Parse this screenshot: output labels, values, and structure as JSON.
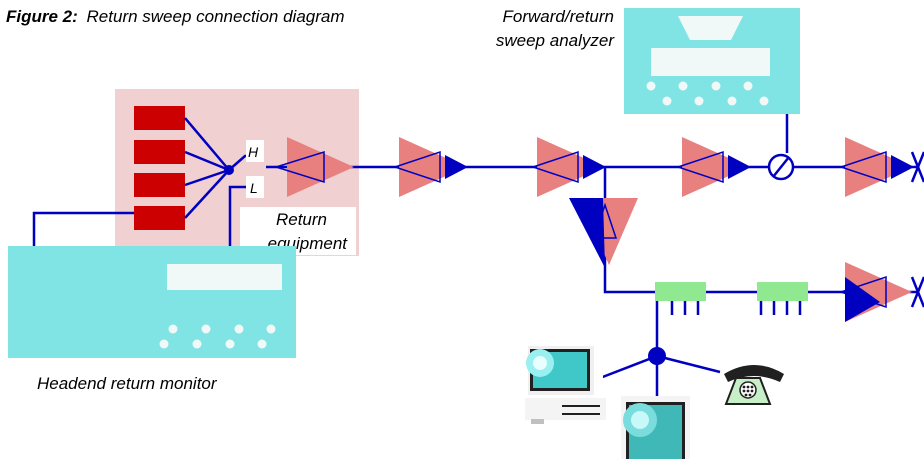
{
  "figure": {
    "number": "Figure 2:",
    "title": "Return sweep connection diagram"
  },
  "labels": {
    "analyzer": [
      "Forward/return",
      "sweep analyzer"
    ],
    "return_equipment": [
      "Return",
      "equipment"
    ],
    "headend_monitor": "Headend return monitor",
    "port_high": "H",
    "port_low": "L"
  },
  "colors": {
    "line": "#0000c0",
    "equipment_fill": "#80e4e4",
    "display": "#f0f8f8",
    "headend_box": "#f0d0d0",
    "transmitter": "#cc0000",
    "amp_forward": "#e88080",
    "amp_return": "#0000c0",
    "tap": "#90e890"
  },
  "icons": [
    "computer-icon",
    "monitor-icon",
    "telephone-icon",
    "directional-coupler-icon"
  ]
}
